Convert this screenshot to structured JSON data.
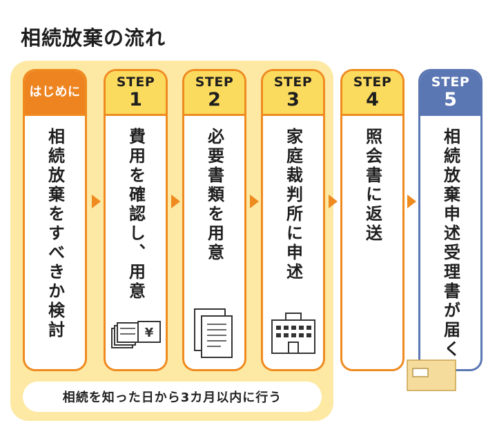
{
  "title": "相続放棄の流れ",
  "period_note": "相続を知った日から3カ月以内に行う",
  "colors": {
    "orange": "#ef8a1f",
    "yellow": "#fbdb5e",
    "panel": "#fde9a3",
    "blue": "#5a76b3"
  },
  "steps": [
    {
      "header": "はじめに",
      "text": "相続放棄をすべきか検討"
    },
    {
      "step": "STEP",
      "num": "1",
      "text": "費用を確認し、用意",
      "icon": "cash-icon"
    },
    {
      "step": "STEP",
      "num": "2",
      "text": "必要書類を用意",
      "icon": "documents-icon"
    },
    {
      "step": "STEP",
      "num": "3",
      "text": "家庭裁判所に申述",
      "icon": "courthouse-icon"
    },
    {
      "step": "STEP",
      "num": "4",
      "text": "照会書に返送"
    },
    {
      "step": "STEP",
      "num": "5",
      "text": "相続放棄申述受理書が届く",
      "icon": "envelope-icon"
    }
  ]
}
